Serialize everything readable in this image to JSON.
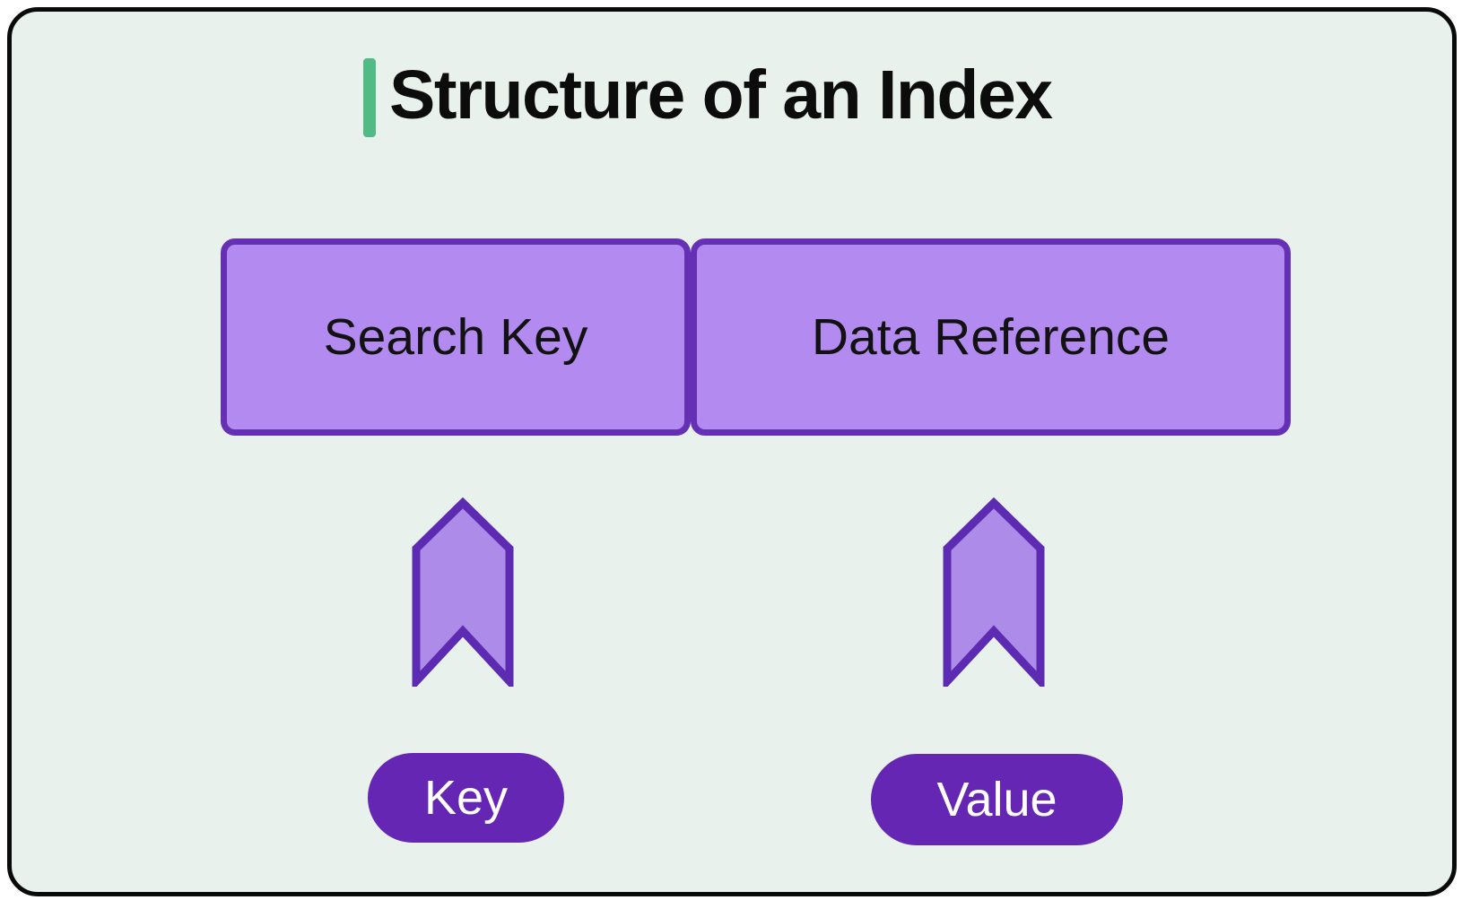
{
  "header": {
    "title": "Structure of an Index"
  },
  "diagram": {
    "boxes": [
      {
        "label": "Search Key"
      },
      {
        "label": "Data Reference"
      }
    ],
    "arrows": [
      {
        "icon": "arrow-up-bookmark-icon"
      },
      {
        "icon": "arrow-up-bookmark-icon"
      }
    ],
    "tags": [
      {
        "label": "Key"
      },
      {
        "label": "Value"
      }
    ]
  },
  "colors": {
    "page_background": "#ffffff",
    "card_background": "#e9f1ed",
    "card_border": "#0a0a0a",
    "accent_green": "#52ba84",
    "box_fill": "#b38bf0",
    "box_border": "#6630b5",
    "arrow_fill": "#ad8ce9",
    "arrow_stroke": "#5c2bb2",
    "pill_background": "#6527b3",
    "pill_text": "#ffffff",
    "title_text": "#0c0c0c",
    "box_label_text": "#121212"
  }
}
